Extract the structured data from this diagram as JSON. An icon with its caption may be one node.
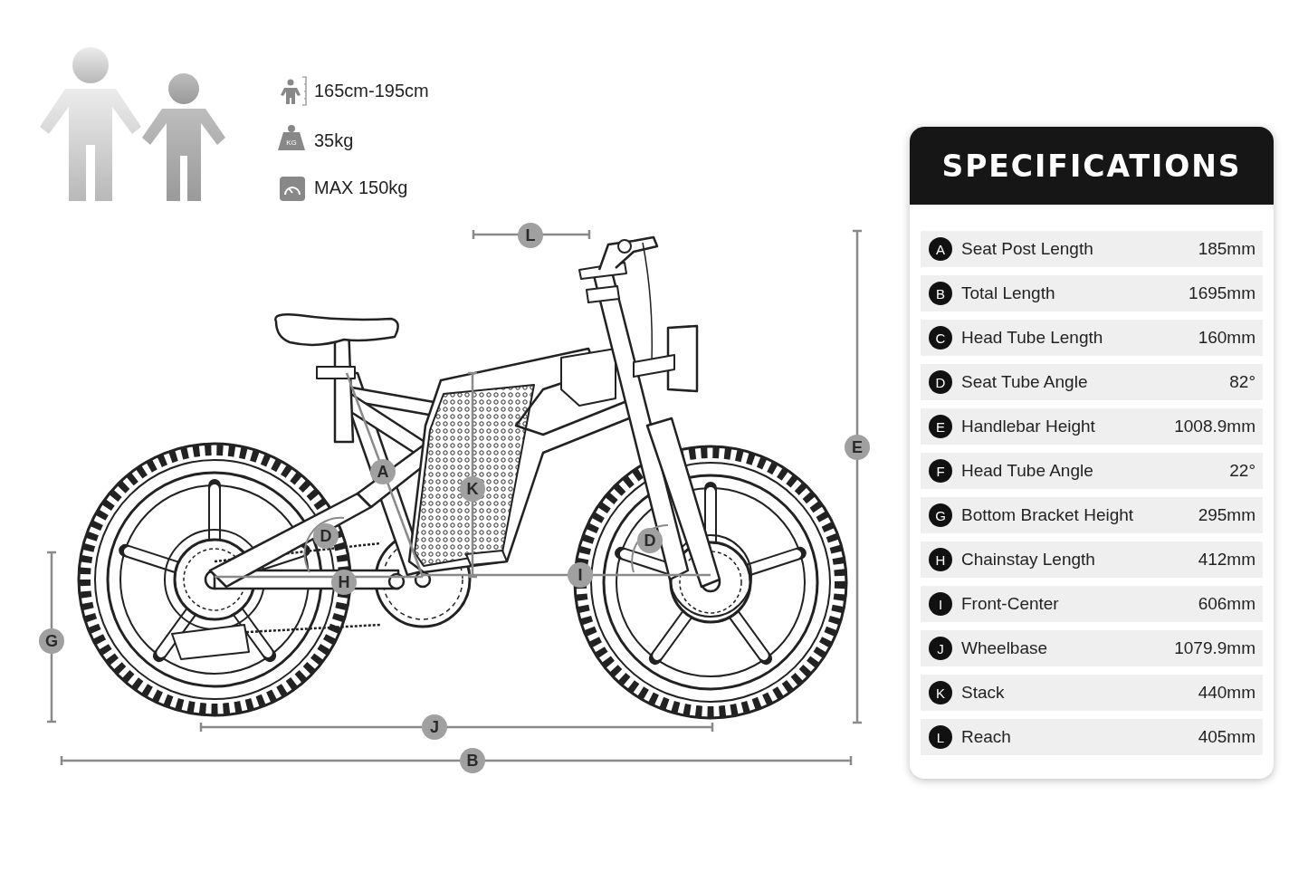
{
  "diagram": {
    "nodes": [
      {
        "text": [
          "SPECIFICATIONS"
        ]
      },
      {
        "text": [
          "A",
          "Seat Post Length",
          "185mm"
        ],
        "in": 0
      },
      {
        "text": [
          "B",
          "Total Length",
          "1695mm"
        ],
        "in": 0
      },
      {
        "text": [
          "C",
          "Head Tube Length",
          "160mm"
        ],
        "in": 0
      },
      {
        "text": [
          "D",
          "Seat Tube Angle",
          "82°"
        ],
        "in": 0
      },
      {
        "text": [
          "E",
          "Handlebar Height",
          "1008.9mm"
        ],
        "in": 0
      },
      {
        "text": [
          "F",
          "Head Tube Angle",
          "22°"
        ],
        "in": 0
      },
      {
        "text": [
          "G",
          "Bottom Bracket Height",
          "295mm"
        ],
        "in": 0
      },
      {
        "text": [
          "H",
          "Chainstay Length",
          "412mm"
        ],
        "in": 0
      },
      {
        "text": [
          "I",
          "Front-Center",
          "606mm"
        ],
        "in": 0
      },
      {
        "text": [
          "J",
          "Wheelbase",
          "1079.9mm"
        ],
        "in": 0
      },
      {
        "text": [
          "K",
          "Stack",
          "440mm"
        ],
        "in": 0
      },
      {
        "text": [
          "L",
          "Reach",
          "405mm"
        ],
        "in": 0
      }
    ],
    "labels": [
      "165cm-195cm",
      "KG",
      "35kg",
      "MAX 150kg",
      "L",
      "E",
      "A",
      "K",
      "D",
      "D",
      "I",
      "H",
      "G",
      "J",
      "B"
    ]
  }
}
